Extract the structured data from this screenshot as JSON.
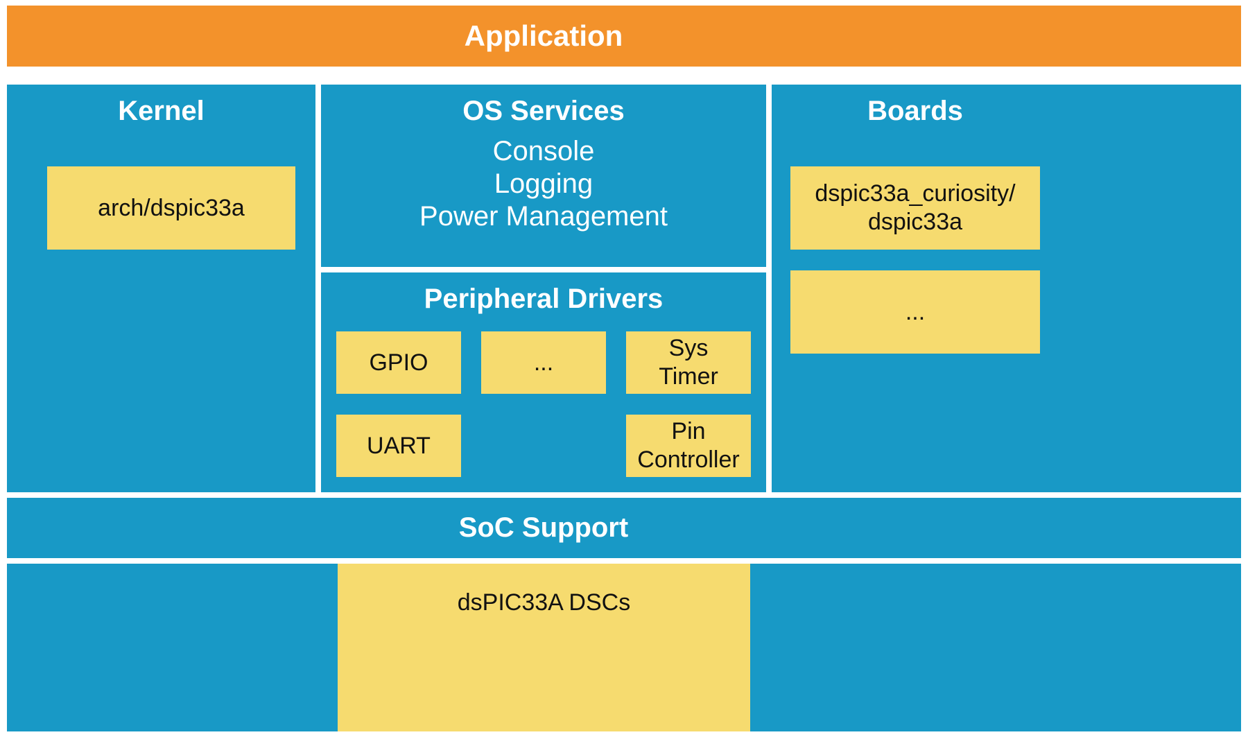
{
  "colors": {
    "orange": "#F3922B",
    "blue": "#1899C6",
    "yellow": "#F6DB6F",
    "text_on_color": "#ffffff",
    "text_on_chip": "#111111"
  },
  "application": {
    "title": "Application"
  },
  "kernel": {
    "title": "Kernel",
    "chip": "arch/dspic33a"
  },
  "os_services": {
    "title": "OS Services",
    "items": [
      "Console",
      "Logging",
      "Power Management"
    ]
  },
  "peripheral_drivers": {
    "title": "Peripheral Drivers",
    "chips": {
      "gpio": "GPIO",
      "ellipsis": "...",
      "sys_timer": "Sys\nTimer",
      "uart": "UART",
      "pin_controller": "Pin\nController"
    }
  },
  "boards": {
    "title": "Boards",
    "chip1": "dspic33a_curiosity/\ndspic33a",
    "chip2": "..."
  },
  "soc": {
    "title": "SoC Support",
    "chip": "dsPIC33A DSCs"
  }
}
